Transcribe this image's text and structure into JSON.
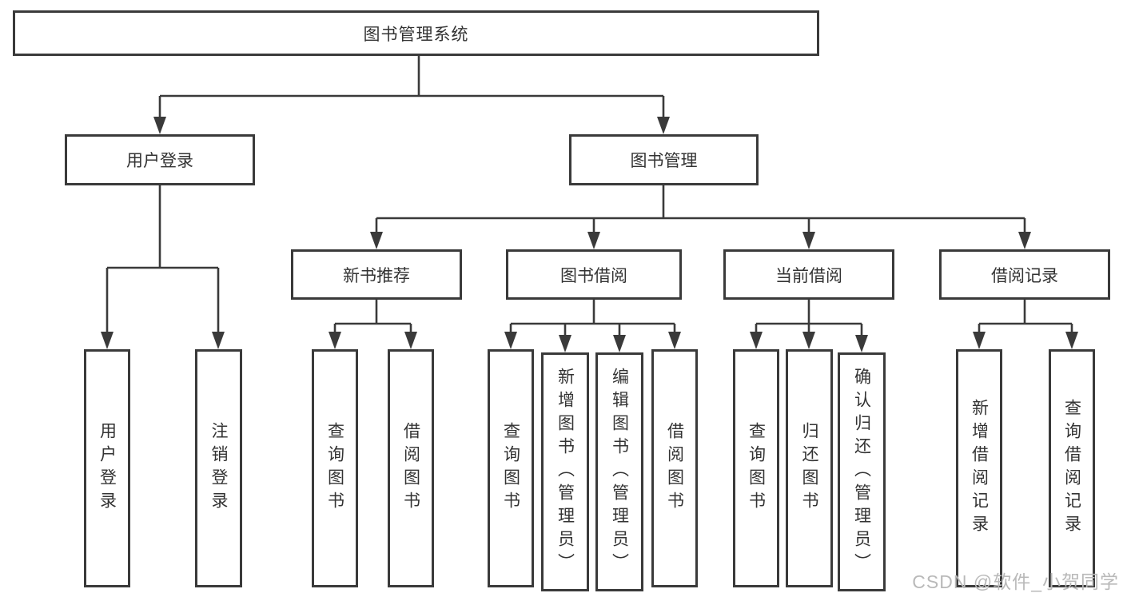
{
  "diagram_type": "tree",
  "tree": {
    "root": {
      "label": "图书管理系统",
      "children": [
        {
          "label": "用户登录",
          "children": [
            {
              "label": "用户登录"
            },
            {
              "label": "注销登录"
            }
          ]
        },
        {
          "label": "图书管理",
          "children": [
            {
              "label": "新书推荐",
              "children": [
                {
                  "label": "查询图书"
                },
                {
                  "label": "借阅图书"
                }
              ]
            },
            {
              "label": "图书借阅",
              "children": [
                {
                  "label": "查询图书"
                },
                {
                  "label": "新增图书（管理员）"
                },
                {
                  "label": "编辑图书（管理员）"
                },
                {
                  "label": "借阅图书"
                }
              ]
            },
            {
              "label": "当前借阅",
              "children": [
                {
                  "label": "查询图书"
                },
                {
                  "label": "归还图书"
                },
                {
                  "label": "确认归还（管理员）"
                }
              ]
            },
            {
              "label": "借阅记录",
              "children": [
                {
                  "label": "新增借阅记录"
                },
                {
                  "label": "查询借阅记录"
                }
              ]
            }
          ]
        }
      ]
    }
  },
  "watermark": {
    "text": "CSDN @软件_小贺同学"
  },
  "colors": {
    "line": "#3a3a3a",
    "text": "#333333",
    "watermark": "#b9b9b9",
    "background": "#ffffff"
  }
}
